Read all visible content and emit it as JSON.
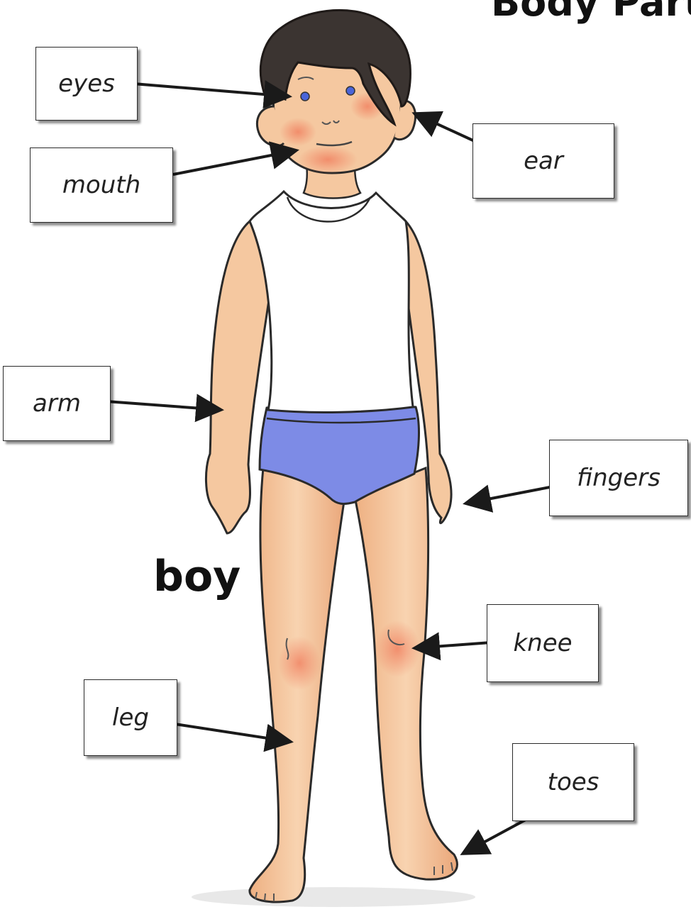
{
  "title": "Body Parts",
  "figure_label": "boy",
  "labels": {
    "eyes": "eyes",
    "mouth": "mouth",
    "ear": "ear",
    "arm": "arm",
    "fingers": "fingers",
    "knee": "knee",
    "leg": "leg",
    "toes": "toes"
  },
  "colors": {
    "skin": "#f6c9a0",
    "skin_shade": "#e9a77a",
    "hair": "#3b3431",
    "vest": "#ffffff",
    "underpants": "#7d8be6",
    "eye": "#4a64d8",
    "outline": "#2a2a2a"
  }
}
